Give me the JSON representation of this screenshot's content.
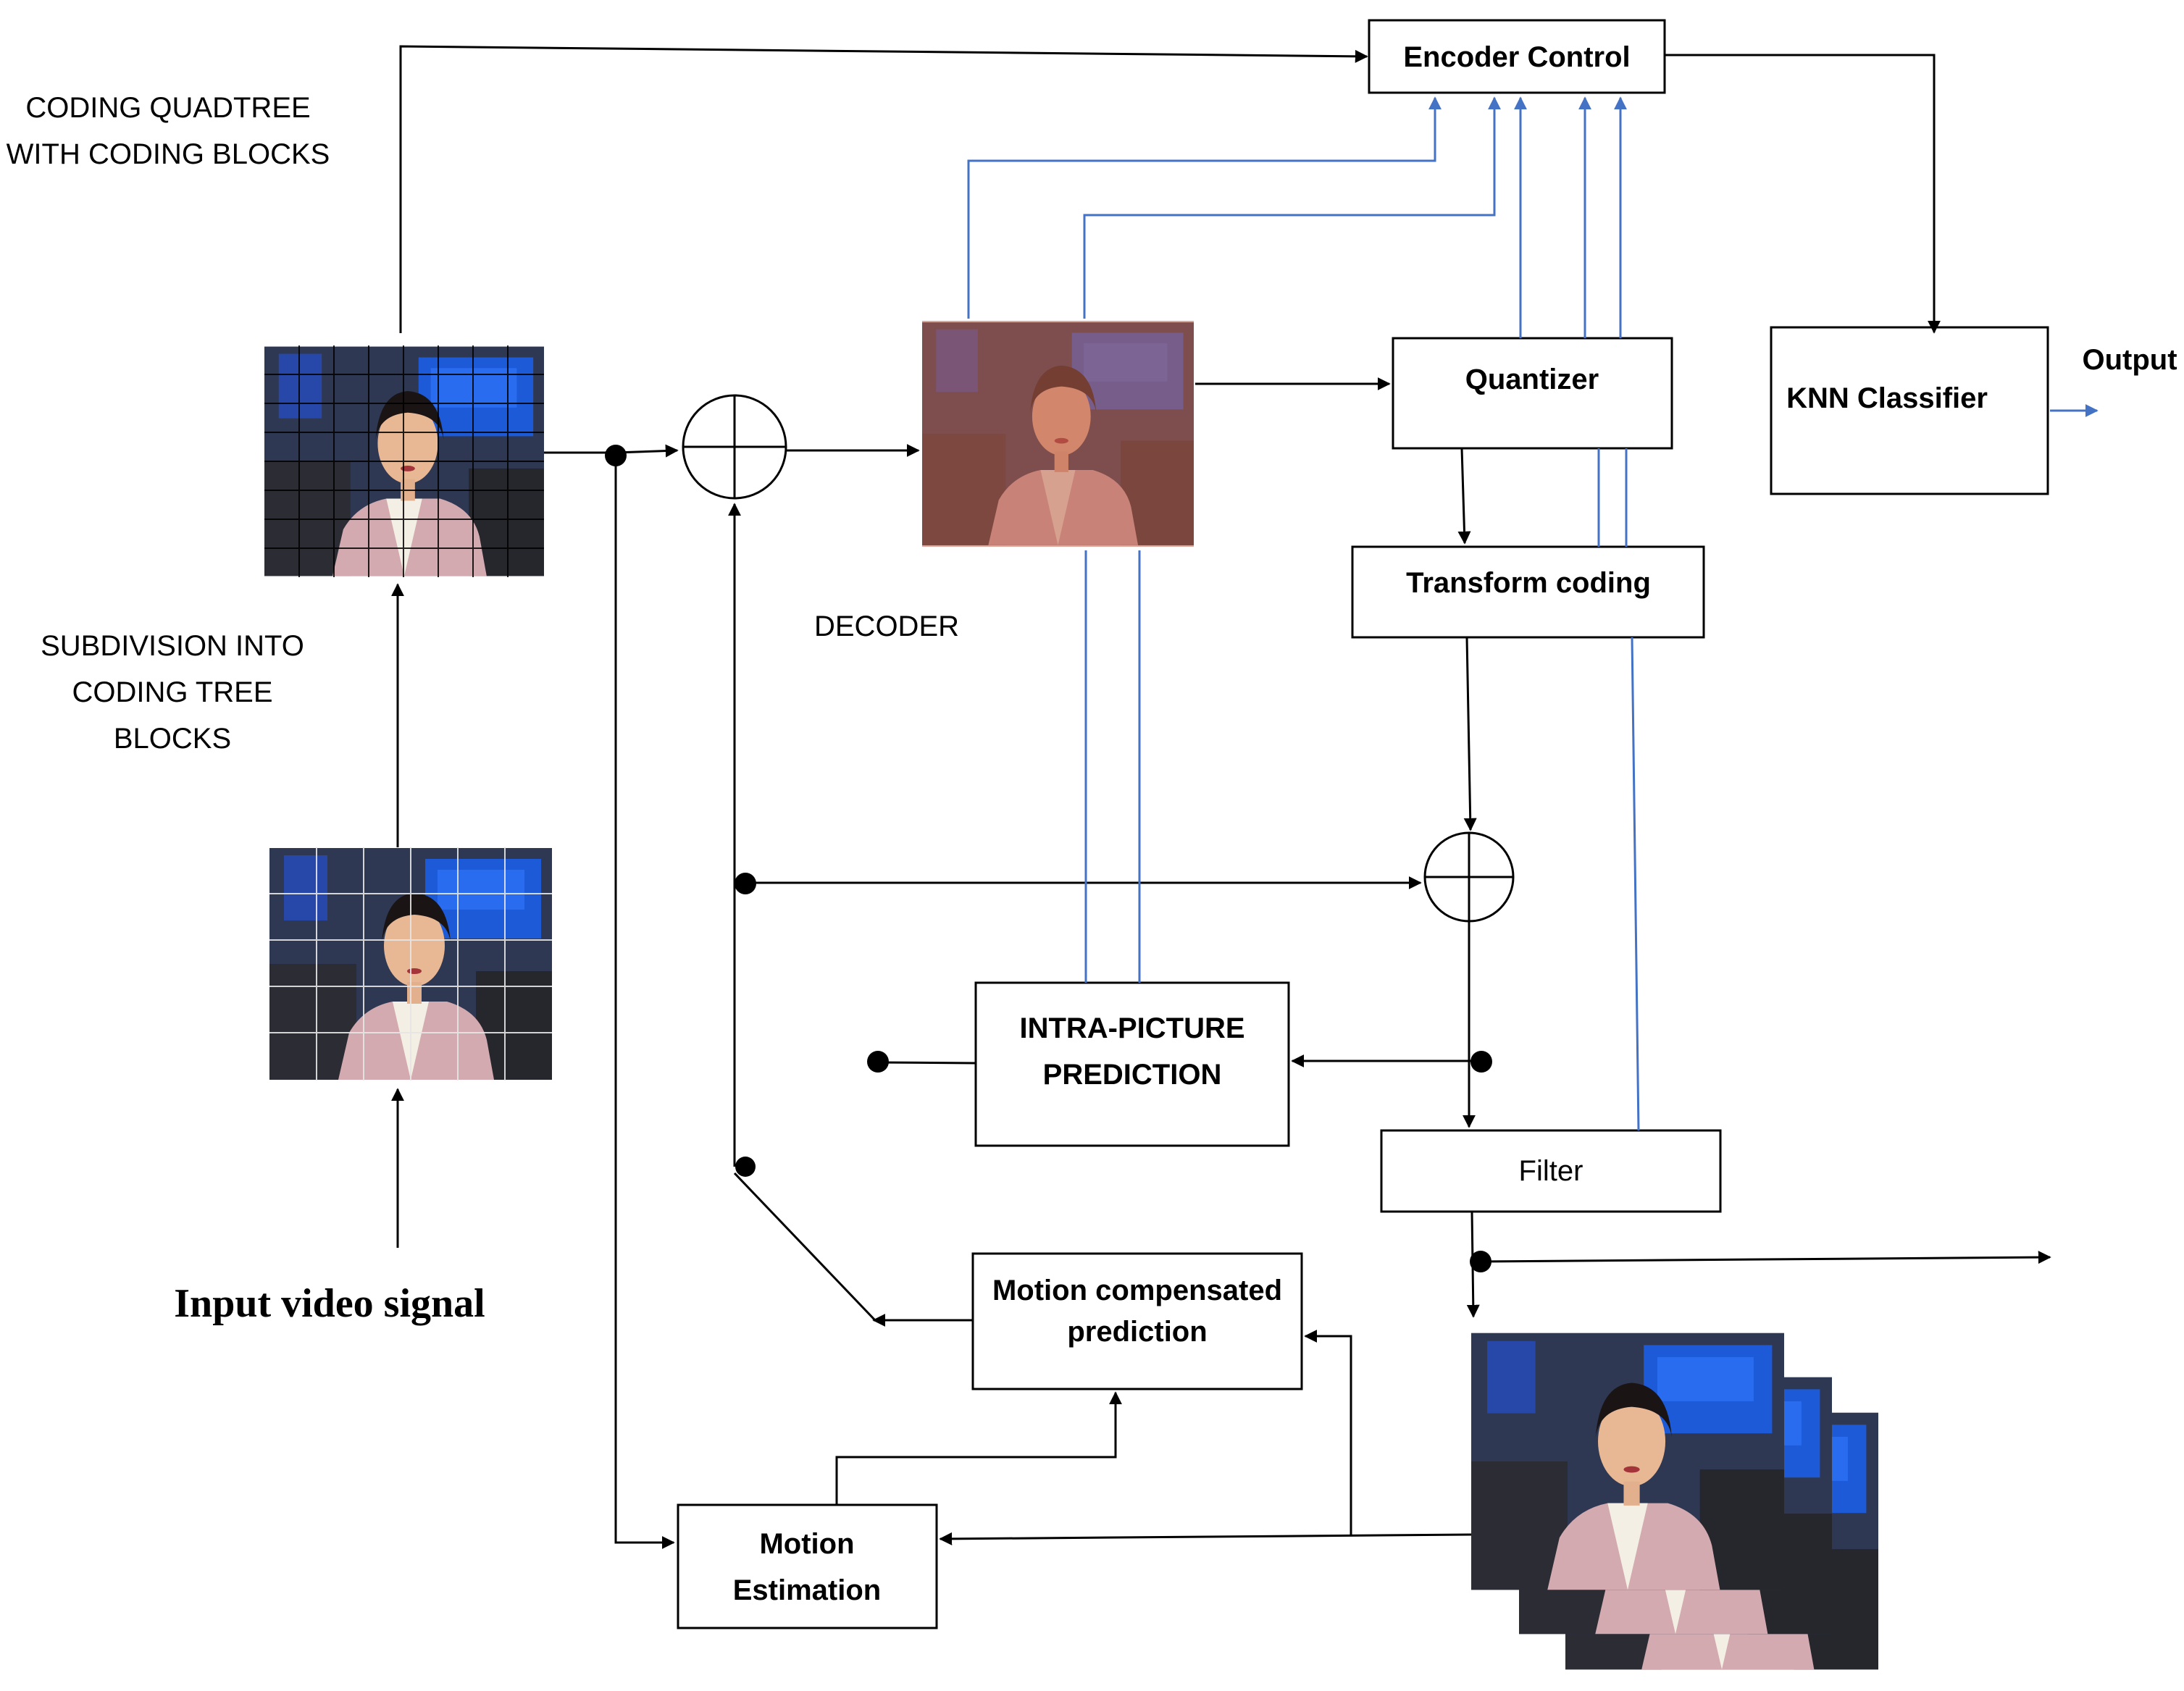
{
  "blocks": {
    "encoder_control": "Encoder Control",
    "quantizer": "Quantizer",
    "knn_classifier": "KNN Classifier",
    "transform_coding": "Transform coding",
    "intra_prediction": [
      "INTRA-PICTURE",
      "PREDICTION"
    ],
    "filter": "Filter",
    "motion_compensated": [
      "Motion compensated",
      "prediction"
    ],
    "motion_estimation": [
      "Motion",
      "Estimation"
    ]
  },
  "labels": {
    "coding_quadtree": [
      "CODING QUADTREE",
      "WITH CODING BLOCKS"
    ],
    "subdivision": [
      "SUBDIVISION INTO",
      "CODING TREE",
      "BLOCKS"
    ],
    "decoder": "DECODER",
    "output": "Output",
    "input": "Input video signal"
  },
  "colors": {
    "feedback_lines": "#4472c4",
    "decoder_tint": "#c0614a",
    "frame_background": "#1f2d4f"
  },
  "icons": [
    "video-frame",
    "summing-junction-icon",
    "arrowhead"
  ]
}
